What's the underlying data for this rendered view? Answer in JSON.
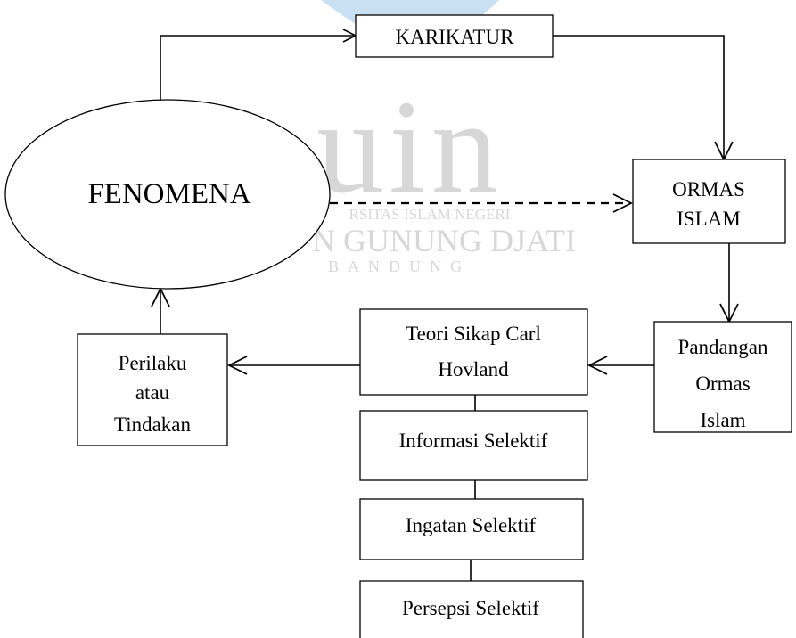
{
  "watermark": {
    "lines": [
      "uin",
      "RSITAS ISLAM NEGERI",
      "N GUNUNG DJATI",
      "BANDUNG"
    ],
    "color_text": "#b8b8b8",
    "color_logo": "#7fb3d9"
  },
  "nodes": {
    "fenomena": {
      "text": "FENOMENA"
    },
    "karikatur": {
      "text": "KARIKATUR"
    },
    "ormas_islam": {
      "lines": [
        "ORMAS",
        "ISLAM"
      ]
    },
    "pandangan": {
      "lines": [
        "Pandangan",
        "Ormas",
        "Islam"
      ]
    },
    "teori": {
      "lines": [
        "Teori Sikap Carl",
        "Hovland"
      ]
    },
    "informasi": {
      "text": "Informasi Selektif"
    },
    "ingatan": {
      "text": "Ingatan Selektif"
    },
    "persepsi": {
      "text": "Persepsi Selektif"
    },
    "perilaku": {
      "lines": [
        "Perilaku",
        "atau",
        "Tindakan"
      ]
    }
  },
  "edges": [
    {
      "from": "fenomena",
      "to": "karikatur",
      "style": "solid"
    },
    {
      "from": "karikatur",
      "to": "ormas_islam",
      "style": "solid"
    },
    {
      "from": "fenomena",
      "to": "ormas_islam",
      "style": "dashed"
    },
    {
      "from": "ormas_islam",
      "to": "pandangan",
      "style": "solid"
    },
    {
      "from": "pandangan",
      "to": "teori",
      "style": "solid"
    },
    {
      "from": "teori",
      "to": "perilaku",
      "style": "solid"
    },
    {
      "from": "perilaku",
      "to": "fenomena",
      "style": "solid"
    },
    {
      "from": "teori",
      "to": "informasi",
      "style": "plain"
    },
    {
      "from": "informasi",
      "to": "ingatan",
      "style": "plain"
    },
    {
      "from": "ingatan",
      "to": "persepsi",
      "style": "plain"
    }
  ]
}
